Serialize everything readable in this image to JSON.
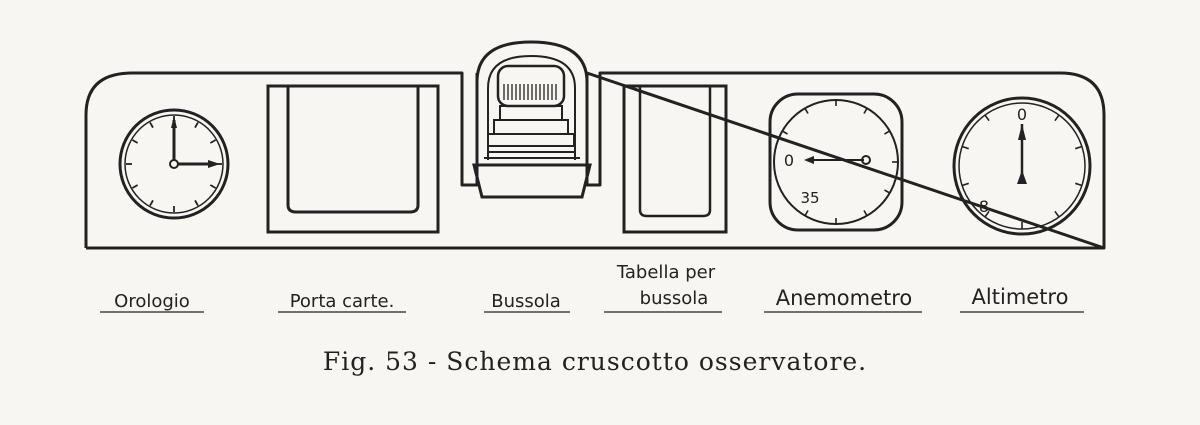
{
  "labels": {
    "orologio": "Orologio",
    "porta_carte": "Porta carte.",
    "bussola": "Bussola",
    "tabella_line1": "Tabella per",
    "tabella_line2": "bussola",
    "anemometro": "Anemometro",
    "altimetro": "Altimetro"
  },
  "gauges": {
    "anemometro_zero": "0",
    "anemometro_scale": "35",
    "altimetro_zero": "0",
    "altimetro_scale": "8"
  },
  "caption": "Fig. 53 - Schema cruscotto osservatore.",
  "colors": {
    "ink": "#222222",
    "paper": "#f7f6f2"
  }
}
